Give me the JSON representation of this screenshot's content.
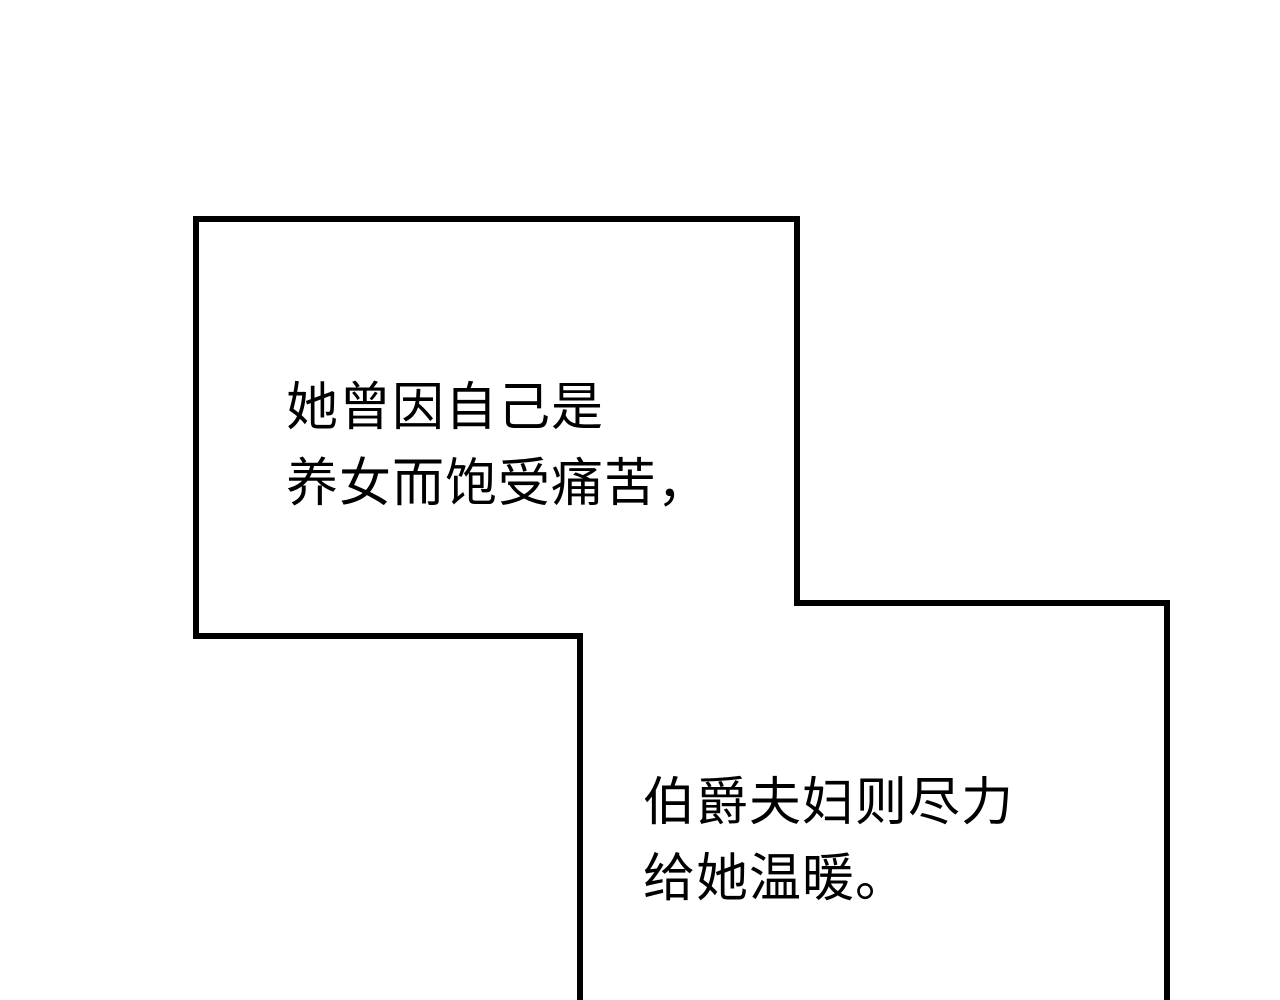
{
  "colors": {
    "background": "#ffffff",
    "ink": "#000000"
  },
  "captions": [
    {
      "lines": [
        "她曾因自己是",
        "养女而饱受痛苦，"
      ]
    },
    {
      "lines": [
        "伯爵夫妇则尽力",
        "给她温暖。"
      ]
    }
  ]
}
